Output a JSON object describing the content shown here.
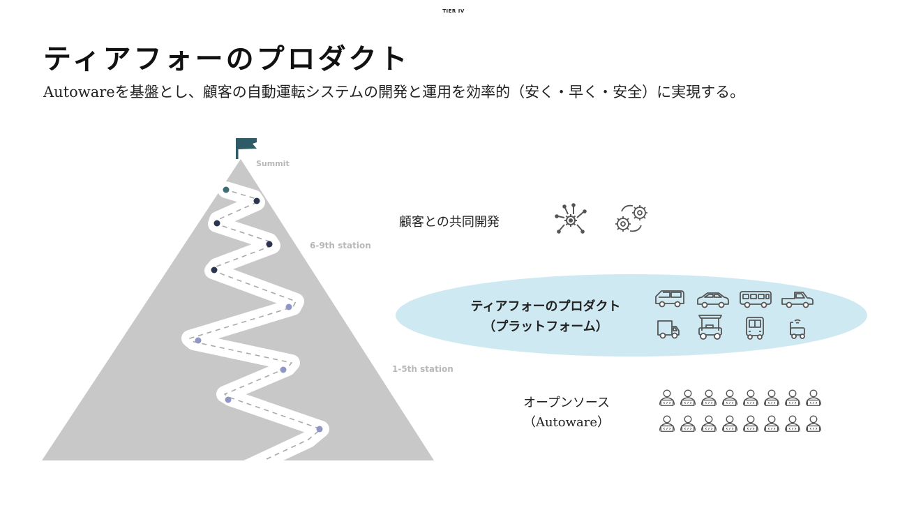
{
  "header": {
    "logo": "TIER IV"
  },
  "slide": {
    "title": "ティアフォーのプロダクト",
    "subtitle": "Autowareを基盤とし、顧客の自動運転システムの開発と運用を効率的（安く・早く・安全）に実現する。"
  },
  "mountain": {
    "stations": {
      "summit": "Summit",
      "mid": "6-9th station",
      "low": "1-5th station"
    }
  },
  "tiers": {
    "joint": {
      "label": "顧客との共同開発",
      "icons": [
        "network-gear-icon",
        "gears-cycle-icon"
      ]
    },
    "platform": {
      "line1": "ティアフォーのプロダクト",
      "line2": "（プラットフォーム）",
      "icons": [
        "van-icon",
        "sedan-icon",
        "bus-icon",
        "pickup-truck-icon",
        "delivery-truck-icon",
        "golf-cart-icon",
        "small-bus-icon",
        "robot-cart-icon"
      ]
    },
    "oss": {
      "line1": "オープンソース",
      "line2": "（Autoware）",
      "icons": [
        "developer-icon"
      ]
    }
  },
  "colors": {
    "mountain": "#c8c8c8",
    "path": "#ffffff",
    "flag": "#2e5b66",
    "ellipse": "#cfe9f3",
    "dot_top": "#2c3550",
    "dot_low": "#8f96c4",
    "dot_summit": "#3e6e73",
    "icon": "#555555"
  }
}
